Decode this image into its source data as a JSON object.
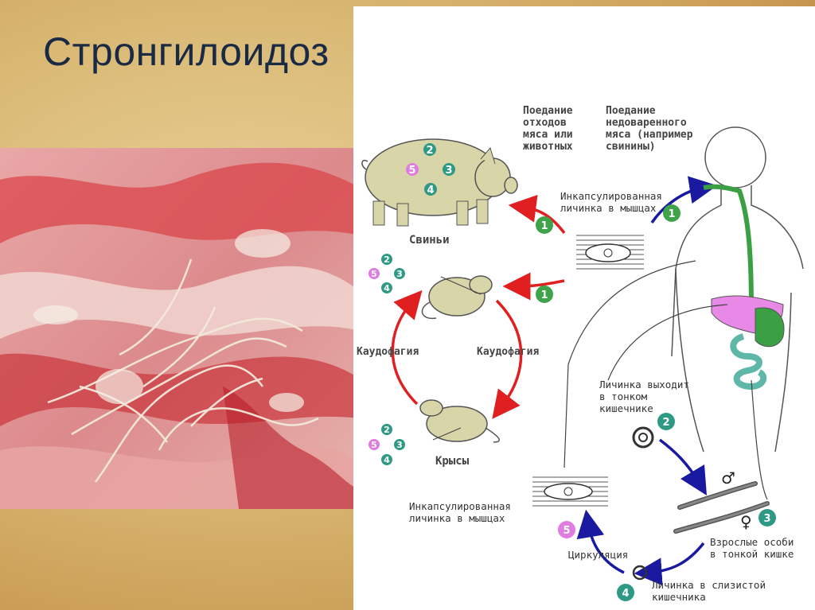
{
  "slide": {
    "title": "Стронгилоидоз"
  },
  "diagram": {
    "labels": {
      "eating_waste": "Поедание\nотходов\nмяса или\nживотных",
      "eating_undercooked": "Поедание\nнедоваренного\nмяса (например\nсвинины)",
      "encapsulated_top": "Инкапсулированная\nличинка в мышцах",
      "pigs": "Свиньи",
      "caudophagy_left": "Каудофагия",
      "caudophagy_right": "Каудофагия",
      "rats": "Крысы",
      "larva_exits": "Личинка выходит\nв тонком\nкишечнике",
      "encapsulated_bottom": "Инкапсулированная\nличинка в мышцах",
      "circulation": "Циркуляция",
      "adults": "Взрослые особи\nв тонкой кишке",
      "larva_mucosa": "Личинка в слизистой\nкишечника",
      "male_symbol": "♂",
      "female_symbol": "♀"
    },
    "stage_numbers": [
      "1",
      "2",
      "3",
      "4",
      "5"
    ],
    "colors": {
      "stage_badge": "#2e9a86",
      "stage_1_badge": "#3fa34a",
      "stage_5_badge": "#e07be0",
      "red_arrow": "#e02020",
      "blue_arrow": "#1a1aa0",
      "esophagus": "#3aa043",
      "liver": "#e889e8",
      "intestine": "#5fb7a8"
    }
  }
}
